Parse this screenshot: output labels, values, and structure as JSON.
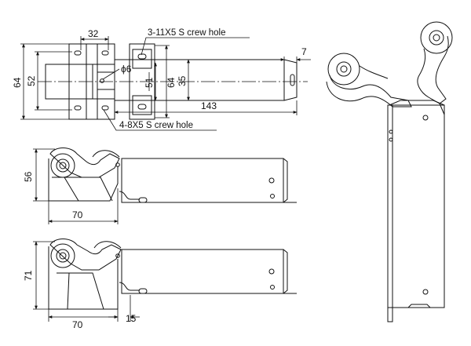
{
  "top_view": {
    "dim_width_top": "32",
    "note_top": "3-11X5  S crew hole",
    "dim_right_small": "7",
    "dim_height_outer_left": "64",
    "dim_height_inner_left": "52",
    "dim_diameter": "ϕ6",
    "dim_51": "51",
    "dim_64_mid": "64",
    "dim_35": "35",
    "dim_length": "143",
    "note_bottom": "4-8X5  S crew hole"
  },
  "side_view_closed": {
    "dim_height": "56",
    "dim_width": "70"
  },
  "side_view_open": {
    "dim_height": "71",
    "dim_width": "70",
    "dim_offset": "15"
  }
}
